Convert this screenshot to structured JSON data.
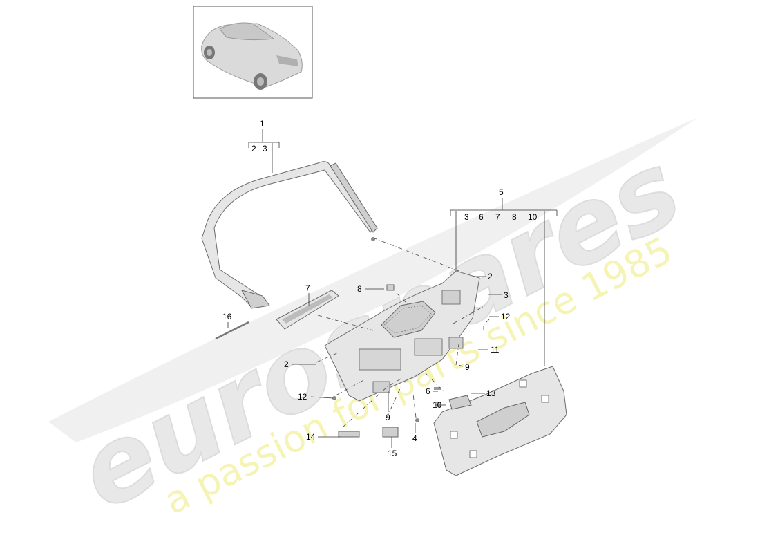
{
  "watermark": {
    "brand": "eurospares",
    "tagline": "a passion for parts since 1985"
  },
  "thumbnail": {
    "icon": "car-thumbnail-icon"
  },
  "callouts": {
    "c1": "1",
    "c1_sub": [
      "2",
      "3"
    ],
    "c5": "5",
    "c5_sub": [
      "3",
      "6",
      "7",
      "8",
      "10"
    ],
    "c2a": "2",
    "c3": "3",
    "c12a": "12",
    "c11": "11",
    "c9a": "9",
    "c13": "13",
    "c7": "7",
    "c8": "8",
    "c16": "16",
    "c2b": "2",
    "c12b": "12",
    "c6": "6",
    "c10": "10",
    "c9b": "9",
    "c4": "4",
    "c14": "14",
    "c15": "15"
  }
}
